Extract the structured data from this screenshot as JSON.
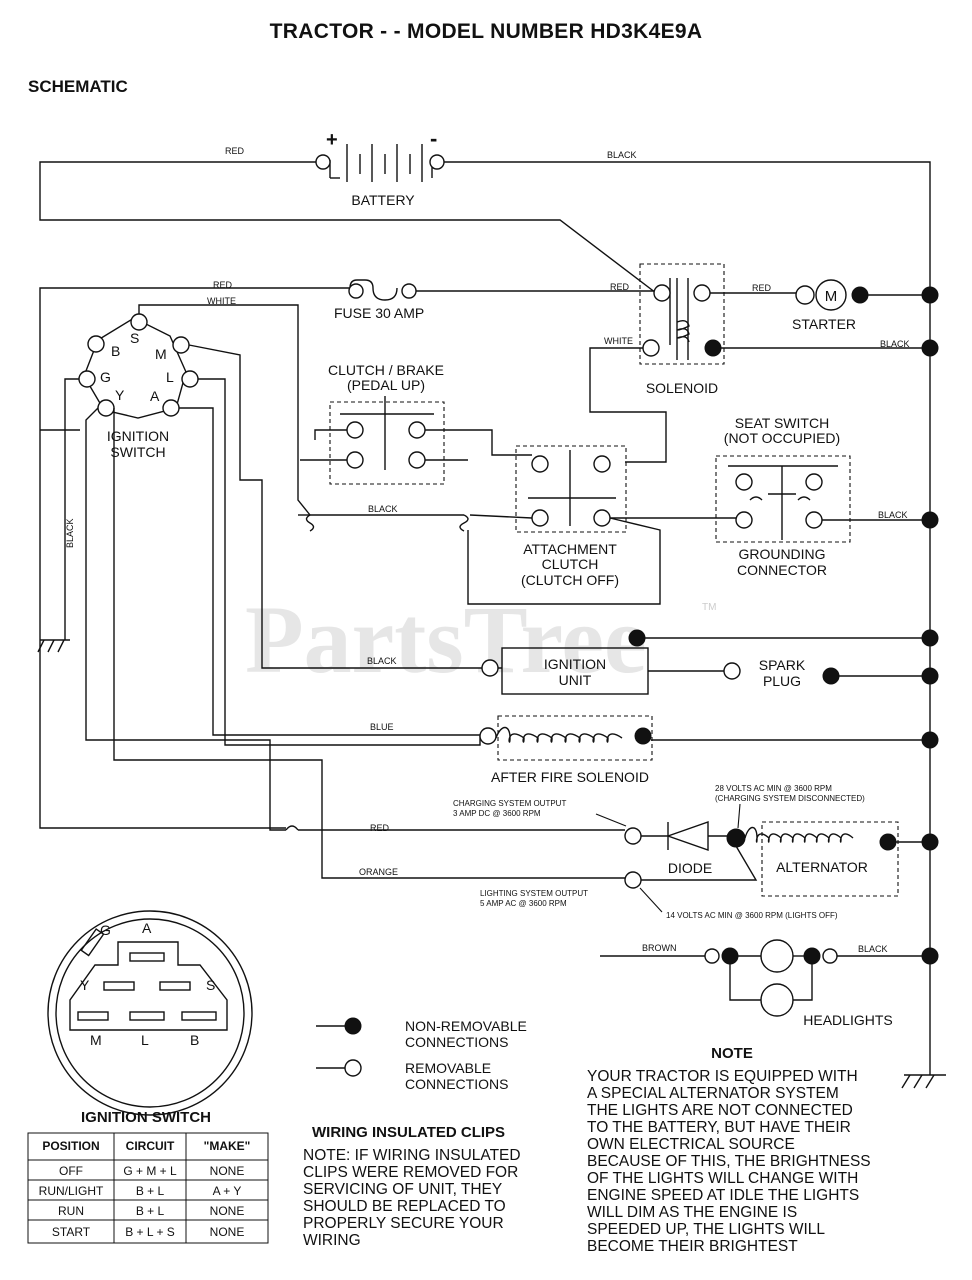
{
  "title": "TRACTOR - - MODEL NUMBER HD3K4E9A",
  "section": "SCHEMATIC",
  "watermark": "PartsTree",
  "watermark_tm": "TM",
  "components": {
    "battery": "BATTERY",
    "battery_plus": "+",
    "battery_minus": "-",
    "fuse": "FUSE 30 AMP",
    "starter": "STARTER",
    "starter_m": "M",
    "solenoid": "SOLENOID",
    "ignition_switch_1": "IGNITION",
    "ignition_switch_2": "SWITCH",
    "clutch_brake_1": "CLUTCH / BRAKE",
    "clutch_brake_2": "(PEDAL UP)",
    "seat_switch_1": "SEAT SWITCH",
    "seat_switch_2": "(NOT OCCUPIED)",
    "attachment_clutch_1": "ATTACHMENT",
    "attachment_clutch_2": "CLUTCH",
    "attachment_clutch_3": "(CLUTCH OFF)",
    "grounding_connector_1": "GROUNDING",
    "grounding_connector_2": "CONNECTOR",
    "ignition_unit_1": "IGNITION",
    "ignition_unit_2": "UNIT",
    "spark_plug_1": "SPARK",
    "spark_plug_2": "PLUG",
    "after_fire_solenoid": "AFTER FIRE SOLENOID",
    "diode": "DIODE",
    "alternator": "ALTERNATOR",
    "headlights": "HEADLIGHTS"
  },
  "terminals": {
    "b": "B",
    "s": "S",
    "m": "M",
    "g": "G",
    "l": "L",
    "y": "Y",
    "a": "A"
  },
  "wires": {
    "red": "RED",
    "red2": "RED",
    "red3": "RED",
    "red4": "RED",
    "black": "BLACK",
    "black2": "BLACK",
    "black3": "BLACK",
    "black4": "BLACK",
    "black5": "BLACK",
    "black6": "BLACK",
    "black7": "BLACK",
    "white": "WHITE",
    "white2": "WHITE",
    "blue": "BLUE",
    "red_charging": "RED",
    "orange": "ORANGE",
    "brown": "BROWN"
  },
  "annotations": {
    "charging_1": "CHARGING SYSTEM OUTPUT",
    "charging_2": "3 AMP DC @ 3600 RPM",
    "volts28_1": "28 VOLTS AC MIN @ 3600 RPM",
    "volts28_2": "(CHARGING SYSTEM DISCONNECTED)",
    "lighting_1": "LIGHTING SYSTEM OUTPUT",
    "lighting_2": "5 AMP AC @ 3600 RPM",
    "volts14": "14 VOLTS AC MIN @ 3600 RPM (LIGHTS OFF)"
  },
  "legend": {
    "non_removable_1": "NON-REMOVABLE",
    "non_removable_2": "CONNECTIONS",
    "removable_1": "REMOVABLE",
    "removable_2": "CONNECTIONS"
  },
  "switch_face": {
    "letters": {
      "g": "G",
      "a": "A",
      "y": "Y",
      "s": "S",
      "m": "M",
      "l": "L",
      "b": "B"
    }
  },
  "ignition_table": {
    "heading": "IGNITION SWITCH",
    "headers": [
      "POSITION",
      "CIRCUIT",
      "\"MAKE\""
    ],
    "rows": [
      [
        "OFF",
        "G + M + L",
        "NONE"
      ],
      [
        "RUN/LIGHT",
        "B + L",
        "A + Y"
      ],
      [
        "RUN",
        "B + L",
        "NONE"
      ],
      [
        "START",
        "B + L + S",
        "NONE"
      ]
    ]
  },
  "clips": {
    "heading": "WIRING INSULATED CLIPS",
    "lines": [
      "NOTE: IF WIRING INSULATED",
      "CLIPS WERE REMOVED FOR",
      "SERVICING OF UNIT, THEY",
      "SHOULD BE REPLACED TO",
      "PROPERLY SECURE YOUR",
      "WIRING"
    ]
  },
  "note": {
    "heading": "NOTE",
    "lines": [
      "YOUR TRACTOR IS EQUIPPED WITH",
      "A SPECIAL ALTERNATOR SYSTEM",
      "THE LIGHTS ARE NOT CONNECTED",
      "TO  THE BATTERY, BUT HAVE THEIR",
      "OWN ELECTRICAL SOURCE",
      "BECAUSE OF THIS, THE BRIGHTNESS",
      "OF THE LIGHTS WILL CHANGE WITH",
      "ENGINE SPEED   AT IDLE THE LIGHTS",
      "WILL DIM   AS THE ENGINE IS",
      "SPEEDED UP, THE LIGHTS WILL",
      "BECOME THEIR BRIGHTEST"
    ]
  }
}
